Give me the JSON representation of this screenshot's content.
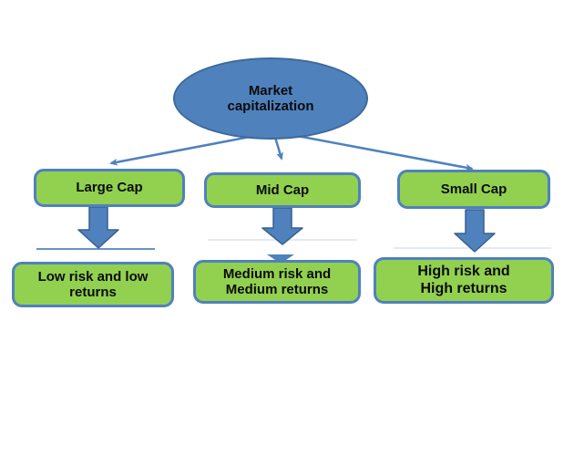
{
  "colors": {
    "background": "#FFFFFF",
    "ellipse_fill": "#4F81BD",
    "ellipse_border": "#3D6A9E",
    "box_fill": "#92D050",
    "box_border": "#4F81BD",
    "arrow_fill": "#4F81BD",
    "arrow_border": "#38618E",
    "text": "#0B0B0B"
  },
  "root": {
    "label": "Market capitalization"
  },
  "branches": [
    {
      "label": "Large Cap",
      "outcome": "Low risk and low returns"
    },
    {
      "label": "Mid Cap",
      "outcome": "Medium risk and Medium returns"
    },
    {
      "label": "Small Cap",
      "outcome": "High risk and High returns"
    }
  ]
}
